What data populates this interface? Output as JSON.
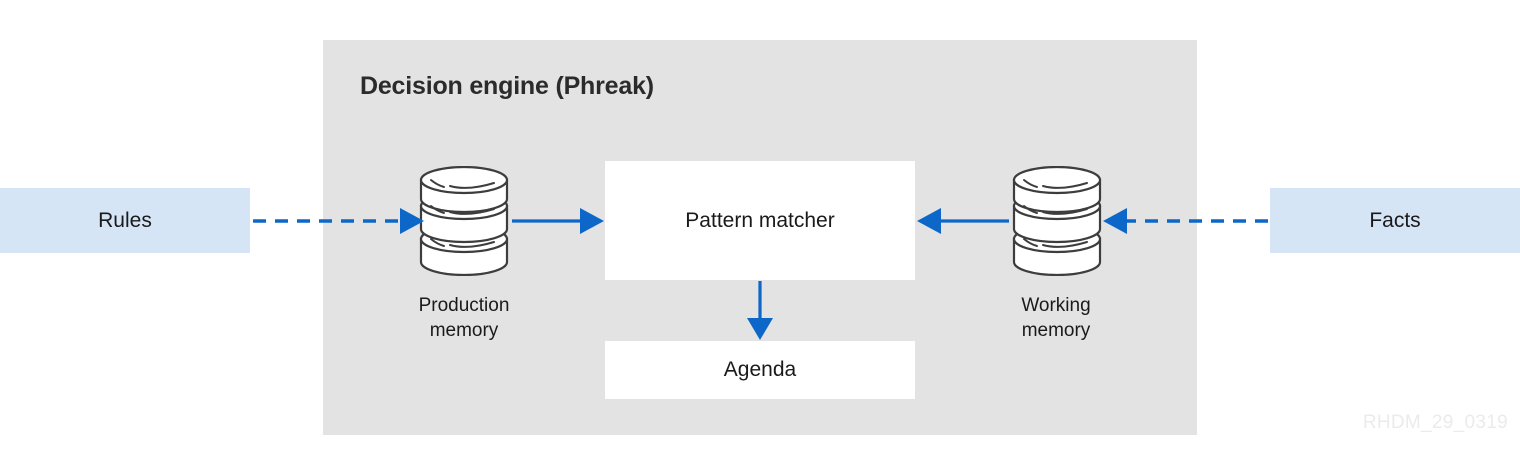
{
  "diagram": {
    "title": "Decision engine (Phreak)",
    "watermark": "RHDM_29_0319",
    "colors": {
      "panel_background": "#e3e3e3",
      "io_box_fill": "#d6e5f6",
      "process_box_fill": "#ffffff",
      "connector_blue": "#0d67c8",
      "cylinder_stroke": "#3d3d3d",
      "title_text": "#2b2b2b",
      "body_text": "#1a1a1a",
      "watermark_text": "#ebebeb",
      "canvas_background": "#ffffff"
    },
    "inputs": [
      {
        "id": "rules",
        "label": "Rules"
      },
      {
        "id": "facts",
        "label": "Facts"
      }
    ],
    "stores": [
      {
        "id": "production-memory",
        "label_line1": "Production",
        "label_line2": "memory",
        "icon": "database-cylinder-icon"
      },
      {
        "id": "working-memory",
        "label_line1": "Working",
        "label_line2": "memory",
        "icon": "database-cylinder-icon"
      }
    ],
    "processes": [
      {
        "id": "pattern-matcher",
        "label": "Pattern matcher"
      },
      {
        "id": "agenda",
        "label": "Agenda"
      }
    ],
    "connectors": [
      {
        "id": "rules-to-production-memory",
        "style": "dashed",
        "direction": "right"
      },
      {
        "id": "production-memory-to-pattern-matcher",
        "style": "solid",
        "direction": "right"
      },
      {
        "id": "facts-to-working-memory",
        "style": "dashed",
        "direction": "left"
      },
      {
        "id": "working-memory-to-pattern-matcher",
        "style": "solid",
        "direction": "left"
      },
      {
        "id": "pattern-matcher-to-agenda",
        "style": "solid",
        "direction": "down"
      }
    ]
  }
}
